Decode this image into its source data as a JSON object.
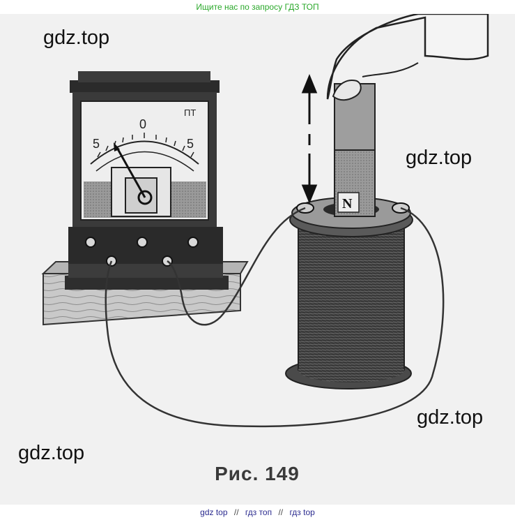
{
  "banner": {
    "text": "Ищите нас по запросу ГДЗ ТОП",
    "color": "#2aa82a"
  },
  "watermarks": [
    "gdz.top",
    "gdz.top",
    "gdz.top",
    "gdz.top"
  ],
  "figure": {
    "caption": "Рис. 149",
    "magnet_pole": "N",
    "galvanometer": {
      "scale_labels": [
        "5",
        "0",
        "5"
      ],
      "unit_mark": "ПТ"
    }
  },
  "footer": {
    "links": [
      "gdz top",
      "гдз топ",
      "гдз top"
    ],
    "separator": "//"
  }
}
